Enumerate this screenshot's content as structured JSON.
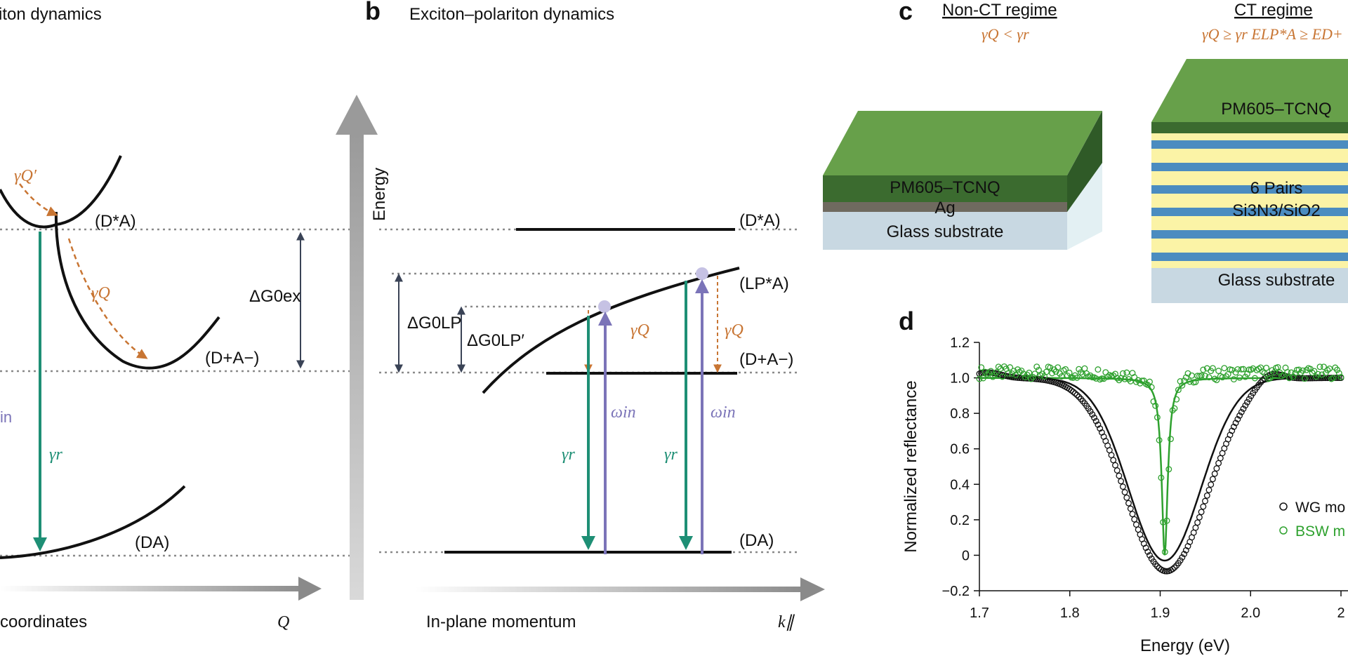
{
  "panel_a": {
    "title": "iton dynamics",
    "labels": {
      "dstar_a": "(D*A)",
      "dplus_a": "(D+A−)",
      "da": "(DA)",
      "gamma_q_prime": "γQ′",
      "gamma_q": "γQ",
      "gamma_r": "γr",
      "delta_g_ex": "ΔG0ex",
      "omega_in_partial": "in"
    },
    "x_axis": "coordinates",
    "q": "Q"
  },
  "panel_b": {
    "letter": "b",
    "title": "Exciton–polariton dynamics",
    "y_axis": "Energy",
    "x_axis": "In-plane momentum",
    "k": "k∥",
    "labels": {
      "dstar_a": "(D*A)",
      "lpstar_a": "(LP*A)",
      "dplus_a": "(D+A−)",
      "da": "(DA)",
      "delta_g_lp": "ΔG0LP",
      "delta_g_lpp": "ΔG0LP′",
      "gamma_q": "γQ",
      "gamma_r": "γr",
      "omega_in": "ωin"
    }
  },
  "panel_c": {
    "letter": "c",
    "left": {
      "regime": "Non-CT regime",
      "condition": "γQ < γr",
      "layers": [
        "PM605–TCNQ",
        "Ag",
        "Glass substrate"
      ]
    },
    "right": {
      "regime": "CT regime",
      "condition": "γQ ≥ γr ELP*A ≥ ED+",
      "layers": [
        "PM605–TCNQ",
        "6 Pairs",
        "Si3N3/SiO2",
        "Glass substrate"
      ]
    }
  },
  "panel_d": {
    "letter": "d"
  },
  "chart_data": {
    "type": "scatter",
    "title": "",
    "xlabel": "Energy (eV)",
    "ylabel": "Normalized reflectance",
    "xlim": [
      1.7,
      2.1
    ],
    "ylim": [
      -0.2,
      1.2
    ],
    "x_ticks": [
      "1.7",
      "1.8",
      "1.9",
      "2.0",
      "2"
    ],
    "y_ticks": [
      "−0.2",
      "0",
      "0.2",
      "0.4",
      "0.6",
      "0.8",
      "1.0",
      "1.2"
    ],
    "legend": {
      "placement": "right",
      "entries": [
        "WG mo",
        "BSW m"
      ]
    },
    "series": [
      {
        "name": "WG mo",
        "color": "#111111",
        "fit_center": 1.905,
        "fit_width": 0.04,
        "fit_depth": 1.03,
        "data_center": 1.907,
        "data_width": 0.045,
        "data_depth": 1.09
      },
      {
        "name": "BSW m",
        "color": "#2ea12e",
        "fit_center": 1.905,
        "fit_width": 0.004,
        "fit_depth": 1.0,
        "data_center": 1.905,
        "data_width": 0.005,
        "data_depth": 0.99
      }
    ]
  },
  "colors": {
    "orange": "#c87533",
    "teal": "#1e8f75",
    "purple": "#7b74b8",
    "green": "#4a7a32",
    "blue": "#4b8cc0",
    "yellow": "#fbf3a6"
  }
}
